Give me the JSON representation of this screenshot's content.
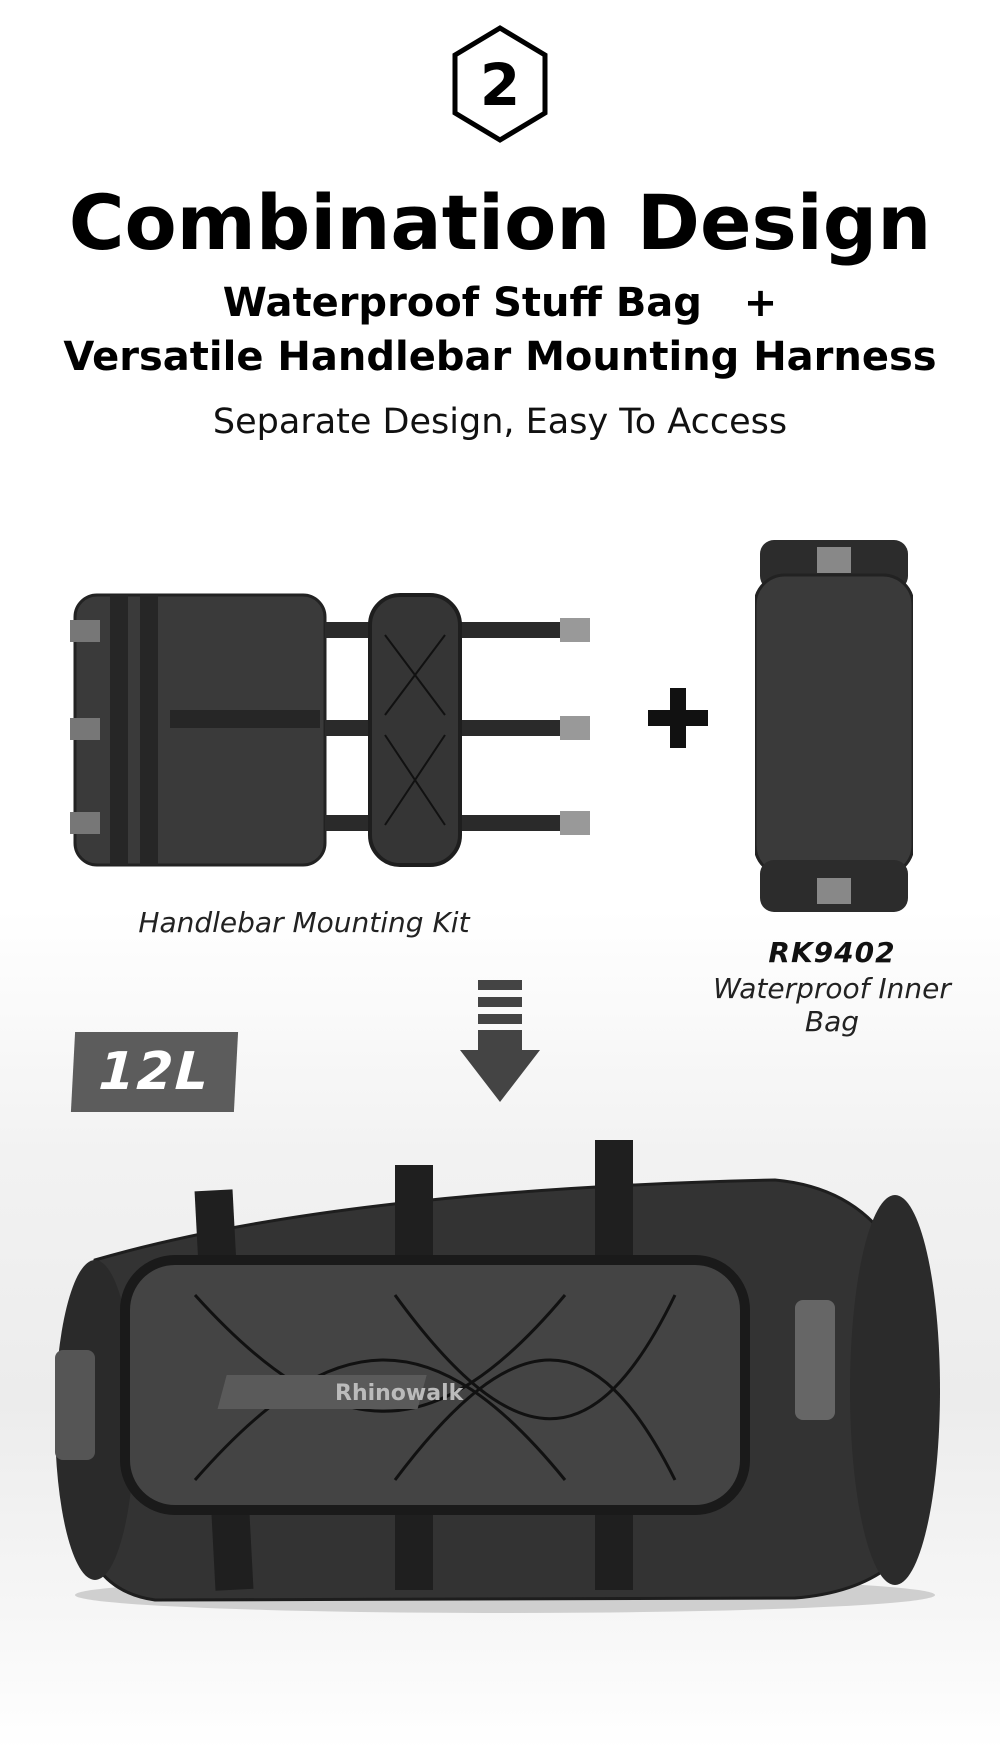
{
  "badge_number": "2",
  "title": "Combination Design",
  "subtitle_line1": "Waterproof Stuff Bag   +",
  "subtitle_line2": "Versatile Handlebar Mounting Harness",
  "tagline": "Separate Design, Easy To Access",
  "kit_label": "Handlebar Mounting Kit",
  "inner_bag": {
    "model": "RK9402",
    "label": "Waterproof Inner Bag"
  },
  "capacity": "12L",
  "brand_logo": "Rhinowalk",
  "colors": {
    "text": "#000000",
    "badge_bg": "#5c5c5c",
    "product": "#2e2e2e"
  }
}
